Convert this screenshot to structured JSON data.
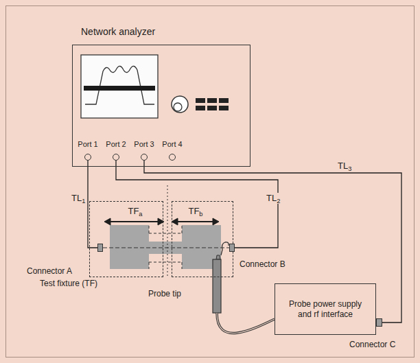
{
  "diagram": {
    "nodes": [
      {
        "text": [
          "Network analyzer"
        ]
      },
      {
        "text": [
          "Port 1"
        ],
        "in": 0
      },
      {
        "text": [
          "Port 2"
        ],
        "in": 0
      },
      {
        "text": [
          "Port 3"
        ],
        "in": 0
      },
      {
        "text": [
          "Port 4"
        ],
        "in": 0
      },
      {
        "text": [
          "TFa"
        ]
      },
      {
        "text": [
          "TFb"
        ]
      },
      {
        "text": [
          "Connector A"
        ]
      },
      {
        "text": [
          "Connector B"
        ]
      },
      {
        "text": [
          "Probe power supply and rf interface"
        ]
      },
      {
        "text": [
          "Connector C"
        ]
      }
    ],
    "edges": [
      {
        "from": 1,
        "to": 7,
        "arrow": "none",
        "label": "TL1"
      },
      {
        "from": 2,
        "to": 8,
        "arrow": "none",
        "label": "TL2"
      },
      {
        "from": 3,
        "to": 10,
        "arrow": "none",
        "label": "TL3"
      }
    ],
    "labels": [
      "Test fixture (TF)",
      "Probe tip"
    ]
  }
}
